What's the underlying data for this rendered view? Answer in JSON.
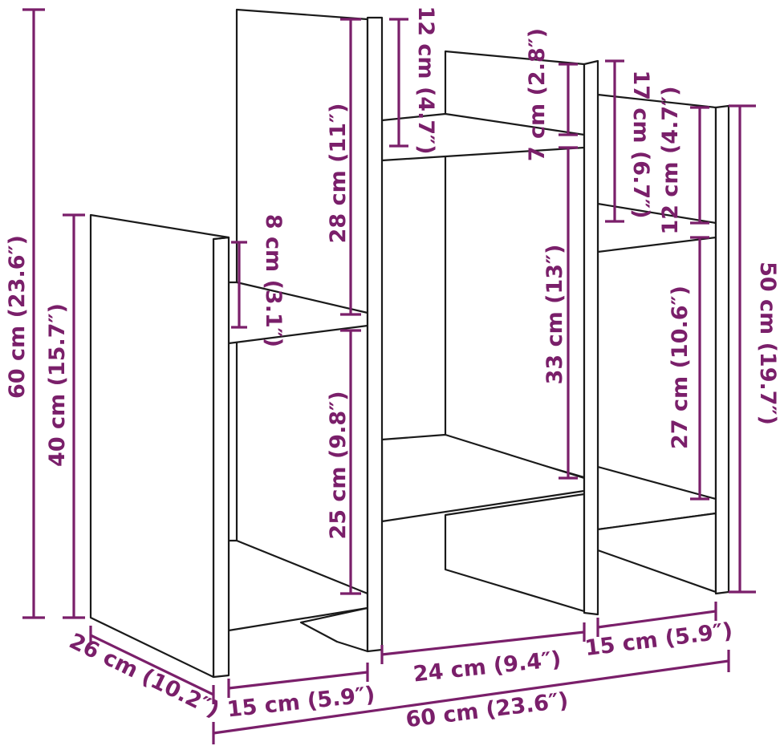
{
  "colors": {
    "accent": "#7a1f6a",
    "outline": "#1a1a1a"
  },
  "dimensions": {
    "total_height": "60 cm (23.6″)",
    "left_unit_height": "40 cm (15.7″)",
    "right_unit_height": "50 cm (19.7″)",
    "depth": "26 cm (10.2″)",
    "total_width": "60 cm (23.6″)",
    "left_compartment_width": "15 cm (5.9″)",
    "middle_compartment_width": "24 cm (9.4″)",
    "right_compartment_width": "15 cm (5.9″)",
    "left_upper_height": "28 cm (11″)",
    "left_upper_gap": "8 cm (3.1″)",
    "left_lower_height": "25 cm (9.8″)",
    "middle_top_gap": "12 cm (4.7″)",
    "middle_upper_gap": "7 cm (2.8″)",
    "middle_lower_height": "33 cm (13″)",
    "right_top_gap": "17 cm (6.7″)",
    "right_upper_gap": "12 cm (4.7″)",
    "right_lower_height": "27 cm (10.6″)"
  }
}
